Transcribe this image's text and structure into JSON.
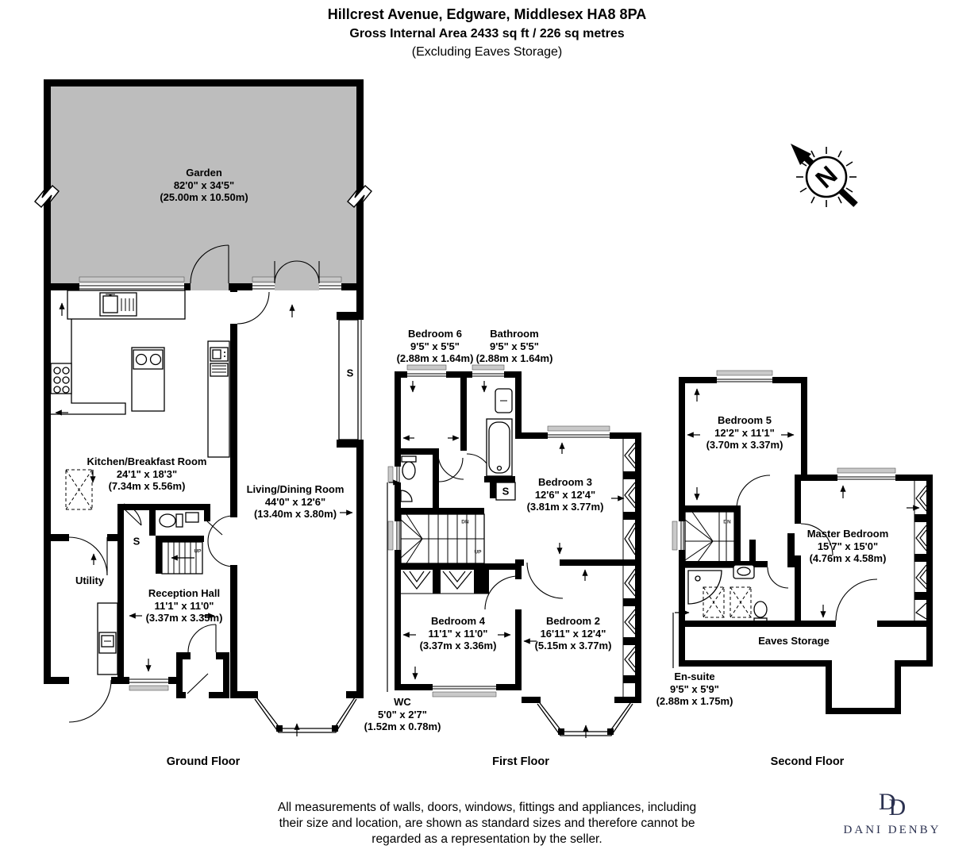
{
  "title": {
    "address": "Hillcrest Avenue, Edgware, Middlesex HA8 8PA",
    "area": "Gross Internal Area 2433 sq ft / 226 sq metres",
    "note": "(Excluding Eaves Storage)"
  },
  "compass": {
    "label": "N"
  },
  "floors": [
    {
      "label": "Ground Floor",
      "rooms": [
        {
          "name": "Garden",
          "imperial": "82'0\" x 34'5\"",
          "metric": "(25.00m x 10.50m)"
        },
        {
          "name": "Kitchen/Breakfast Room",
          "imperial": "24'1\" x 18'3\"",
          "metric": "(7.34m x 5.56m)"
        },
        {
          "name": "Living/Dining Room",
          "imperial": "44'0\" x 12'6\"",
          "metric": "(13.40m x 3.80m)"
        },
        {
          "name": "Utility"
        },
        {
          "name": "Reception Hall",
          "imperial": "11'1\" x 11'0\"",
          "metric": "(3.37m x 3.35m)"
        }
      ]
    },
    {
      "label": "First Floor",
      "rooms": [
        {
          "name": "Bedroom 6",
          "imperial": "9'5\" x 5'5\"",
          "metric": "(2.88m x 1.64m)"
        },
        {
          "name": "Bathroom",
          "imperial": "9'5\" x 5'5\"",
          "metric": "(2.88m x 1.64m)"
        },
        {
          "name": "Bedroom 3",
          "imperial": "12'6\" x 12'4\"",
          "metric": "(3.81m x 3.77m)"
        },
        {
          "name": "Bedroom 4",
          "imperial": "11'1\" x 11'0\"",
          "metric": "(3.37m x 3.36m)"
        },
        {
          "name": "Bedroom 2",
          "imperial": "16'11\" x 12'4\"",
          "metric": "(5.15m x 3.77m)"
        },
        {
          "name": "WC",
          "imperial": "5'0\" x 2'7\"",
          "metric": "(1.52m x 0.78m)"
        }
      ]
    },
    {
      "label": "Second Floor",
      "rooms": [
        {
          "name": "Bedroom 5",
          "imperial": "12'2\" x 11'1\"",
          "metric": "(3.70m x 3.37m)"
        },
        {
          "name": "Master Bedroom",
          "imperial": "15'7\" x 15'0\"",
          "metric": "(4.76m x 4.58m)"
        },
        {
          "name": "En-suite",
          "imperial": "9'5\" x 5'9\"",
          "metric": "(2.88m x 1.75m)"
        },
        {
          "name": "Eaves Storage"
        }
      ]
    }
  ],
  "annotations": {
    "storage": "S",
    "up": "UP",
    "down": "DN"
  },
  "footer": {
    "line1": "All measurements of walls, doors, windows, fittings and appliances, including",
    "line2": "their size and location, are shown as standard sizes and therefore cannot be",
    "line3": "regarded as a representation by the seller."
  },
  "logo": {
    "d1": "D",
    "d2": "D",
    "name": "DANI DENBY"
  },
  "colors": {
    "wall": "#000000",
    "garden_fill": "#bdbdbd",
    "sill_gray": "#c9c9c9",
    "logo_navy": "#2b3150",
    "background": "#ffffff"
  }
}
